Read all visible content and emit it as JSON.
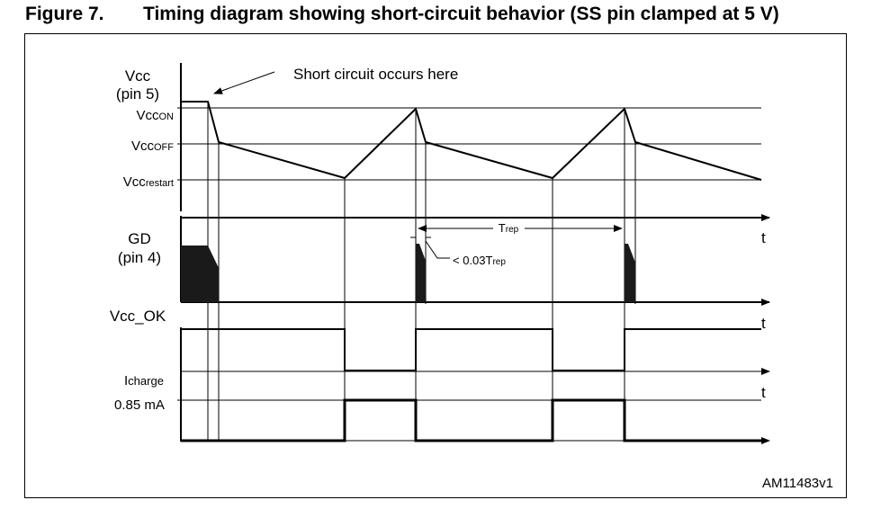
{
  "title": {
    "figure_number": "Figure 7.",
    "caption": "Timing diagram showing short-circuit behavior (SS pin clamped at 5 V)"
  },
  "signals": {
    "vcc": {
      "name": "Vcc",
      "pin": "(pin 5)"
    },
    "gd": {
      "name": "GD",
      "pin": "(pin 4)"
    },
    "vcc_ok": {
      "name": "Vcc_OK"
    },
    "icharge": {
      "name_main": "I",
      "name_sub": "charge",
      "level": "0.85 mA"
    }
  },
  "levels": {
    "vcc_on_main": "Vcc",
    "vcc_on_sub": "ON",
    "vcc_off_main": "Vcc",
    "vcc_off_sub": "OFF",
    "vcc_restart_main": "Vcc",
    "vcc_restart_sub": "restart"
  },
  "annotations": {
    "short_circuit": "Short circuit occurs here",
    "trep_main": "T",
    "trep_sub": "rep",
    "duty_prefix": "< 0.03T",
    "duty_sub": "rep"
  },
  "axis_label": "t",
  "figure_id": "AM11483v1",
  "colors": {
    "ink": "#000000",
    "background": "#ffffff"
  }
}
